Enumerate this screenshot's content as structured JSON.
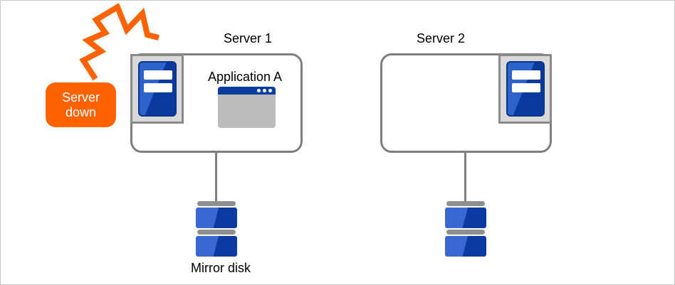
{
  "diagram": {
    "alert_badge": {
      "text": "Server down",
      "lines": [
        "Server",
        "down"
      ]
    },
    "server1": {
      "title": "Server 1",
      "application": "Application A"
    },
    "server2": {
      "title": "Server 2"
    },
    "mirror_disk": {
      "label": "Mirror disk"
    },
    "icons": {
      "alert": "lightning-bolt-icon",
      "server": "server-tower-icon",
      "application": "app-window-icon",
      "storage": "disk-stack-icon"
    },
    "colors": {
      "alert_orange": "#FF6200",
      "server_blue_light": "#2E63CB",
      "server_blue_dark": "#0A39A0",
      "disk_blue_light": "#3B67D3",
      "disk_blue_dark": "#0C3AA3",
      "titlebar_blue": "#0C3C9E",
      "outline_gray": "#7F7F7F",
      "icon_bg_gray": "#D9D9D9"
    }
  }
}
